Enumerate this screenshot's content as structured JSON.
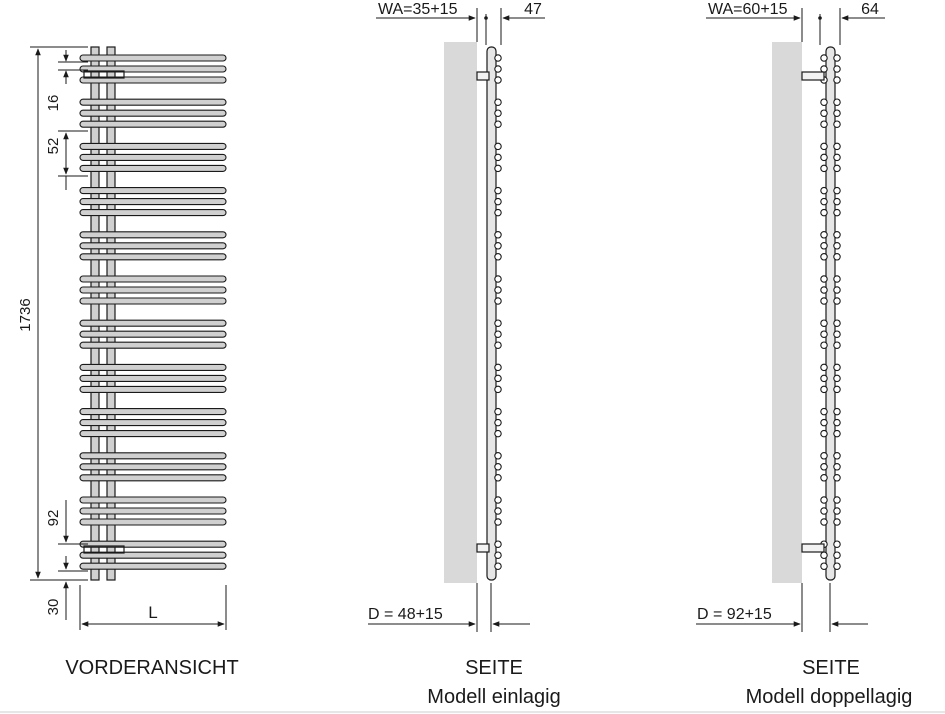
{
  "front_view": {
    "caption": "VORDERANSICHT",
    "dim_height": "1736",
    "dim_bar_thickness": "16",
    "dim_bar_gap": "52",
    "dim_bottom_pitch": "92",
    "dim_bottom_offset": "30",
    "dim_width": "L"
  },
  "side_single": {
    "caption_line1": "SEITE",
    "caption_line2": "Modell einlagig",
    "dim_wall_distance": "WA=35+15",
    "dim_depth_bars": "47",
    "dim_total_depth": "D = 48+15"
  },
  "side_double": {
    "caption_line1": "SEITE",
    "caption_line2": "Modell doppellagig",
    "dim_wall_distance": "WA=60+15",
    "dim_depth_bars": "64",
    "dim_total_depth": "D = 92+15"
  },
  "colors": {
    "line": "#1a1a1a",
    "tube_fill": "#d0d0d0",
    "wall": "#d9d9d9"
  }
}
